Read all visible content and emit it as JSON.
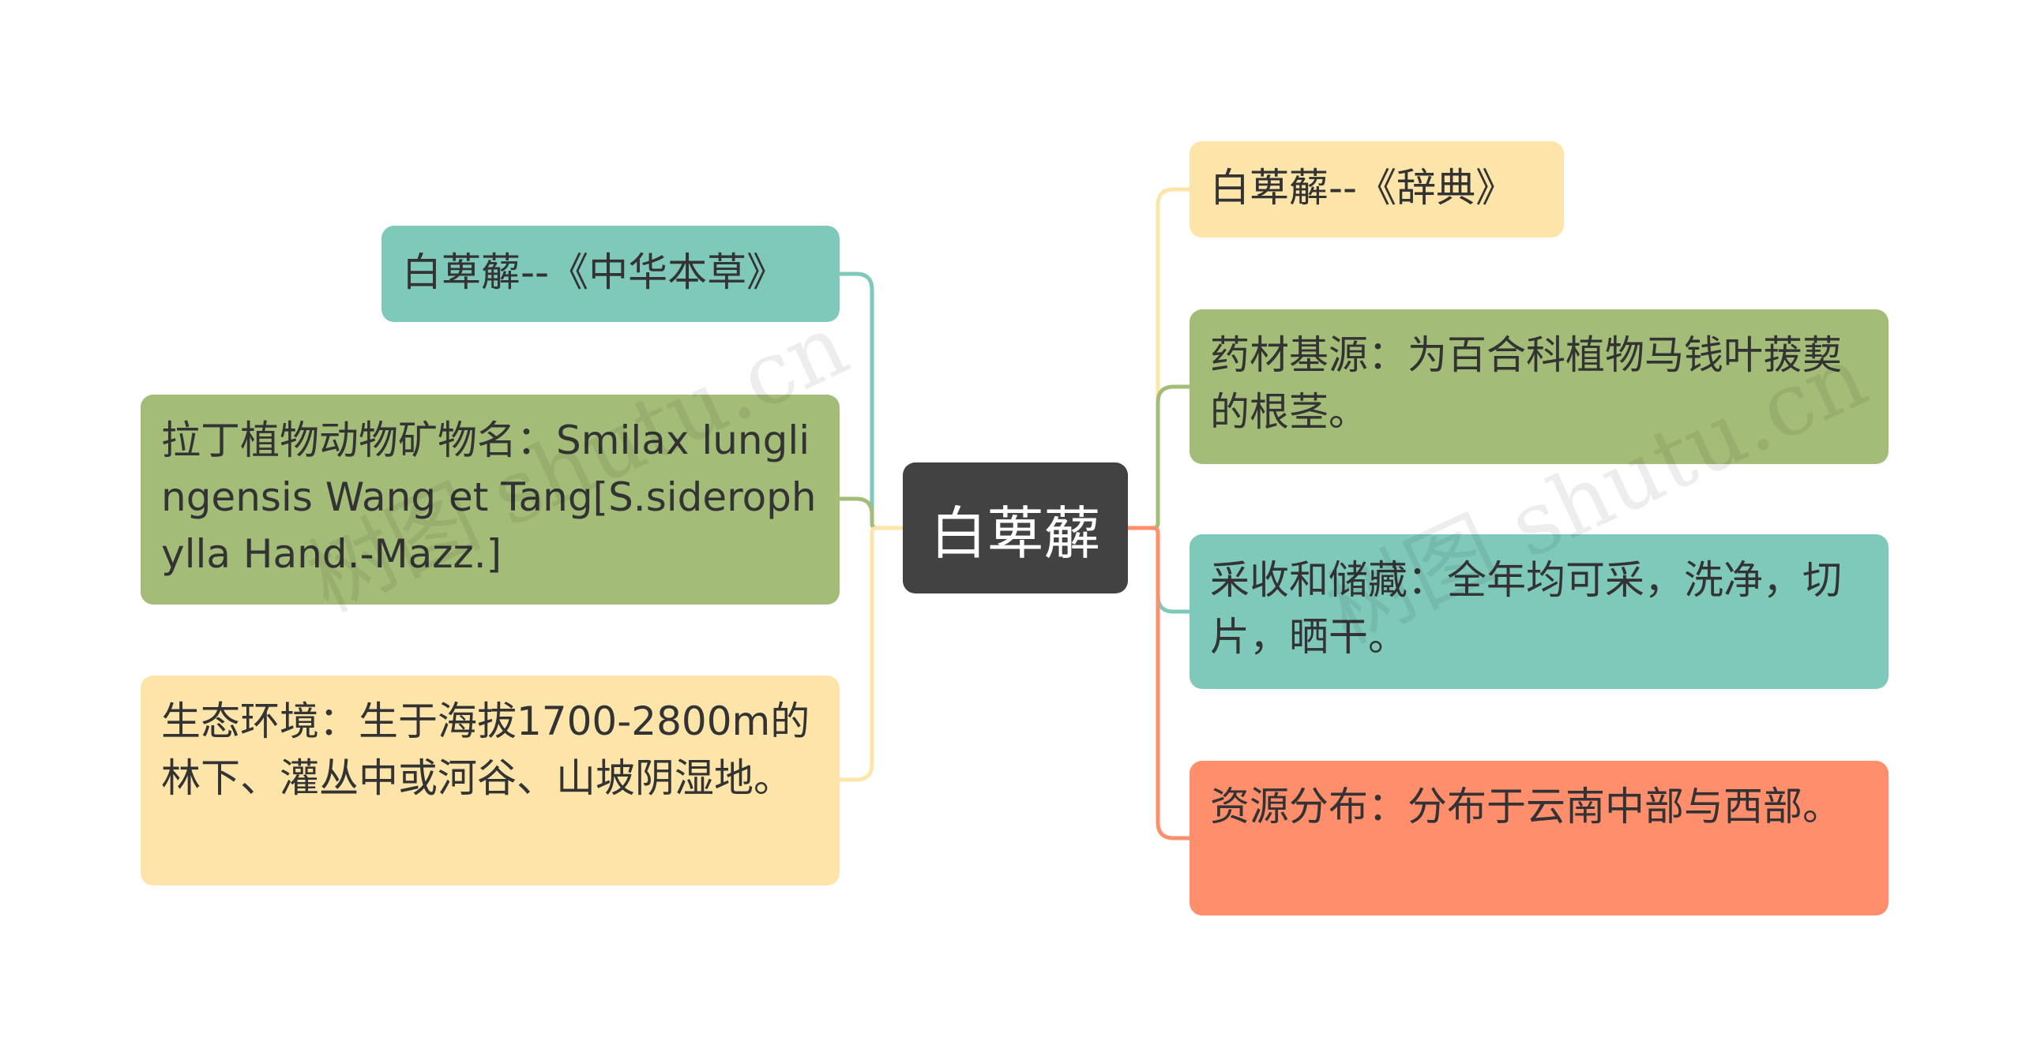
{
  "root": {
    "label": "白萆薢"
  },
  "left_nodes": [
    {
      "id": "zhonghua",
      "label": "白萆薢--《中华本草》",
      "color": "#7fc9bb"
    },
    {
      "id": "latin",
      "label": "拉丁植物动物矿物名：Smilax lunglingensis Wang et Tang[S.siderophylla Hand.-Mazz.]",
      "color": "#a3bc78"
    },
    {
      "id": "ecology",
      "label": "生态环境：生于海拔1700-2800m的林下、灌丛中或河谷、山坡阴湿地。",
      "color": "#fde4a9"
    }
  ],
  "right_nodes": [
    {
      "id": "cidian",
      "label": "白萆薢--《辞典》",
      "color": "#fde4a9"
    },
    {
      "id": "source",
      "label": "药材基源：为百合科植物马钱叶菝葜的根茎。",
      "color": "#a3bc78"
    },
    {
      "id": "harvest",
      "label": "采收和储藏：全年均可采，洗净，切片，晒干。",
      "color": "#7fc9bb"
    },
    {
      "id": "distribution",
      "label": "资源分布：分布于云南中部与西部。",
      "color": "#fe8e6c"
    }
  ],
  "watermark": "树图 shutu.cn"
}
